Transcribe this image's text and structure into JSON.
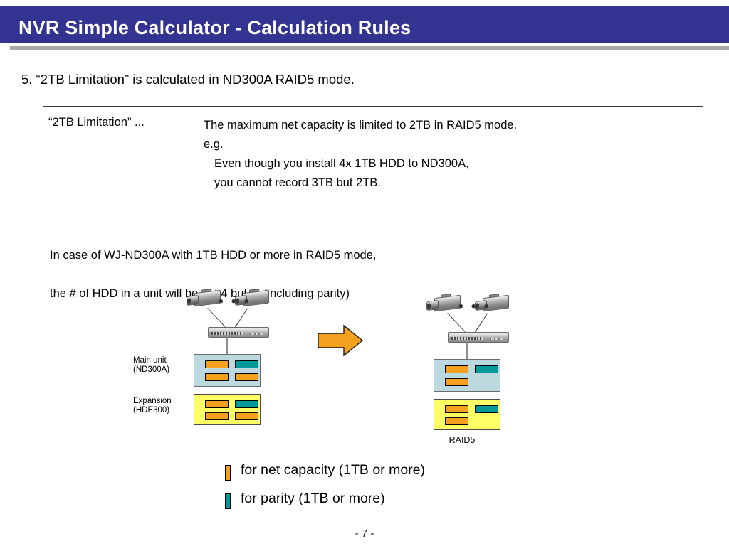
{
  "header": {
    "title": "NVR Simple Calculator - Calculation Rules",
    "bar_color": "#333391",
    "rule_color": "#a8a8a8"
  },
  "rule": {
    "heading": "5. “2TB Limitation” is calculated in ND300A RAID5 mode."
  },
  "definition_box": {
    "term": "“2TB Limitation” ...",
    "line1": "The maximum net capacity is limited to 2TB in RAID5 mode.",
    "line2": "e.g.",
    "line3": "Even though you install 4x 1TB HDD to ND300A,",
    "line4": "you cannot record 3TB but 2TB."
  },
  "note": {
    "line1": "In case of WJ-ND300A with 1TB HDD or more in RAID5 mode,",
    "line2": "the # of HDD in a unit will be not 4  but 3. (including parity)"
  },
  "diagram": {
    "left": {
      "camera_dots": "• • •",
      "main_unit_label": "Main unit\n(ND300A)",
      "expansion_unit_label": "Expansion\n(HDE300)",
      "main_unit_drives": [
        "net",
        "parity",
        "net",
        "net"
      ],
      "expansion_unit_drives": [
        "net",
        "parity",
        "net",
        "net"
      ]
    },
    "arrow": {
      "name": "right-arrow",
      "color": "#f5a01e"
    },
    "right": {
      "camera_dots": "• • •",
      "caption": "RAID5",
      "main_unit_drives": [
        "net",
        "parity",
        "net",
        "empty"
      ],
      "expansion_unit_drives": [
        "net",
        "parity",
        "net",
        "empty"
      ]
    }
  },
  "legend": {
    "items": [
      {
        "swatch": "net",
        "color": "#f5a01e",
        "text": "for net capacity (1TB or more)"
      },
      {
        "swatch": "parity",
        "color": "#009999",
        "text": "for parity (1TB or more)"
      }
    ]
  },
  "footer": {
    "page": "- 7 -"
  }
}
